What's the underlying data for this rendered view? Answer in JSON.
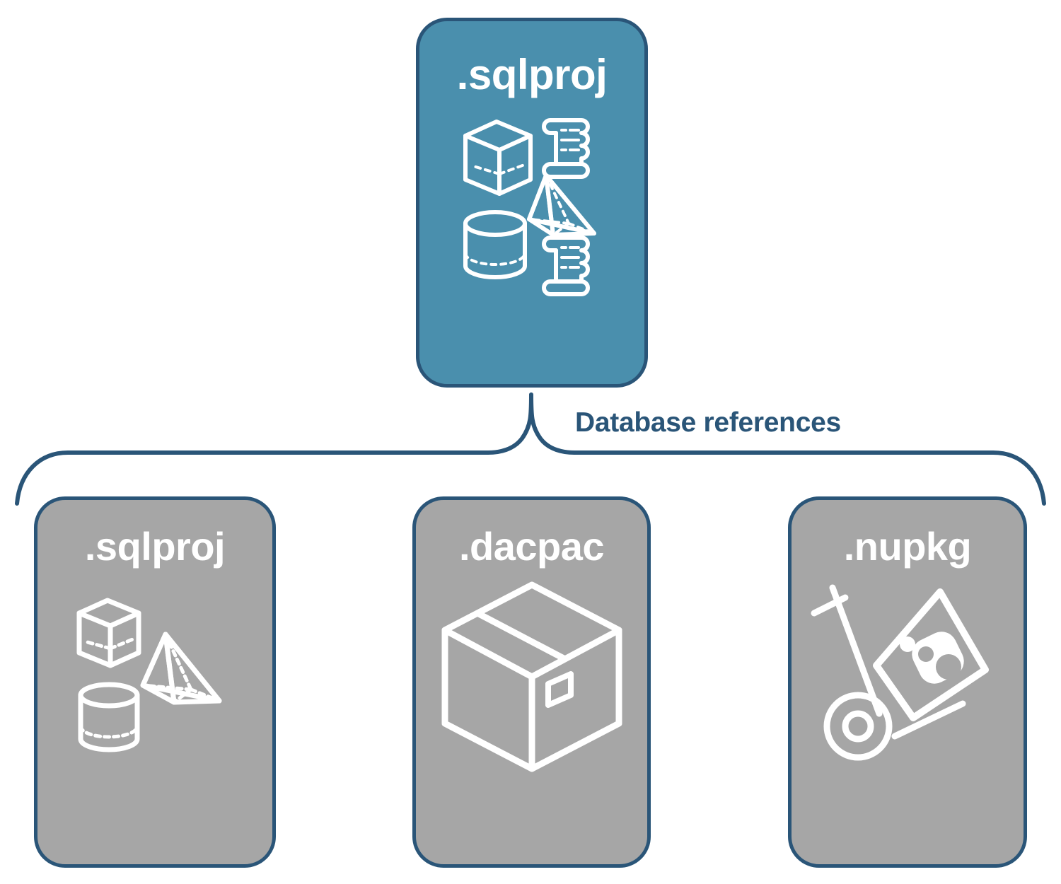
{
  "diagram": {
    "title_hidden": "",
    "colors": {
      "accent_teal": "#4a8fad",
      "card_gray": "#a6a6a6",
      "border_navy": "#2a5578",
      "icon_white": "#ffffff",
      "background": "#ffffff"
    },
    "connector": {
      "label": "Database references",
      "kind": "brace"
    },
    "root_card": {
      "label": ".sqlproj",
      "fill": "#4a8fad",
      "icons": [
        "cube-wireframe-icon",
        "pyramid-wireframe-icon",
        "cylinder-wireframe-icon",
        "scroll-script-icon",
        "scroll-script-icon"
      ]
    },
    "reference_cards": [
      {
        "label": ".sqlproj",
        "fill": "#a6a6a6",
        "icons": [
          "cube-wireframe-icon",
          "pyramid-wireframe-icon",
          "cylinder-wireframe-icon"
        ]
      },
      {
        "label": ".dacpac",
        "fill": "#a6a6a6",
        "icons": [
          "package-box-icon"
        ]
      },
      {
        "label": ".nupkg",
        "fill": "#a6a6a6",
        "icons": [
          "hand-truck-nuget-icon"
        ]
      }
    ]
  }
}
